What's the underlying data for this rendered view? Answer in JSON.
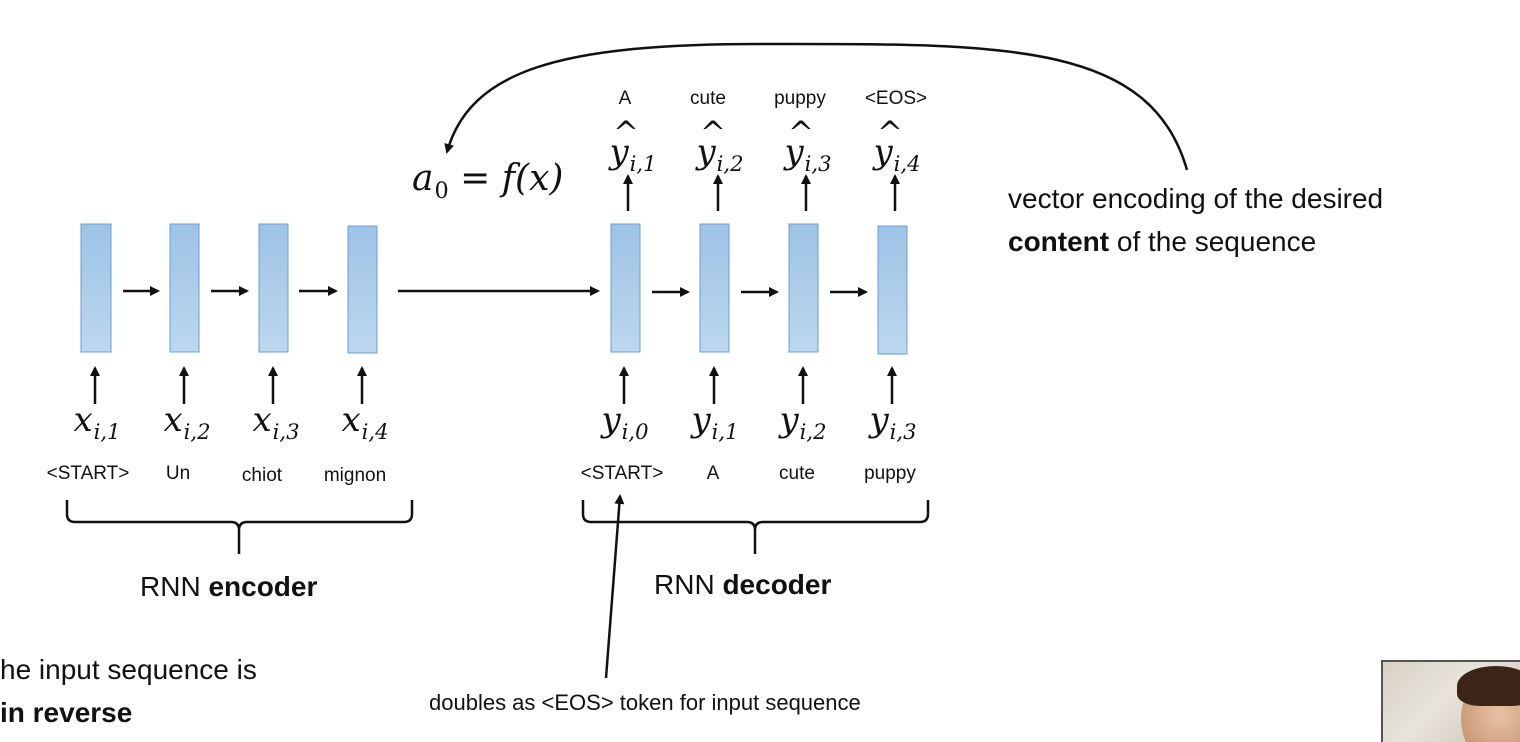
{
  "encoder": {
    "tokens": [
      "<START>",
      "Un",
      "chiot",
      "mignon"
    ],
    "inputs": [
      {
        "base": "x",
        "sub": "i,1"
      },
      {
        "base": "x",
        "sub": "i,2"
      },
      {
        "base": "x",
        "sub": "i,3"
      },
      {
        "base": "x",
        "sub": "i,4"
      }
    ],
    "label_plain": "RNN ",
    "label_bold": "encoder"
  },
  "decoder": {
    "input_tokens": [
      "<START>",
      "A",
      "cute",
      "puppy"
    ],
    "inputs": [
      {
        "base": "y",
        "sub": "i,0"
      },
      {
        "base": "y",
        "sub": "i,1"
      },
      {
        "base": "y",
        "sub": "i,2"
      },
      {
        "base": "y",
        "sub": "i,3"
      }
    ],
    "outputs": [
      {
        "base": "y",
        "sub": "i,1"
      },
      {
        "base": "y",
        "sub": "i,2"
      },
      {
        "base": "y",
        "sub": "i,3"
      },
      {
        "base": "y",
        "sub": "i,4"
      }
    ],
    "output_tokens": [
      "A",
      "cute",
      "puppy",
      "<EOS>"
    ],
    "label_plain": "RNN ",
    "label_bold": "decoder"
  },
  "initial_state": {
    "lhs": "a",
    "lhs_sub": "0",
    "rhs": "= f(x)"
  },
  "annotation": {
    "line1": "vector encoding of the desired",
    "line2_bold": "content",
    "line2_rest": " of the sequence"
  },
  "start_note": "doubles as <EOS> token for input sequence",
  "left_note": {
    "line1": "he input sequence is",
    "line2_bold": "in reverse"
  },
  "colors": {
    "cell_top": "#9dc3e6",
    "cell_bottom": "#bdd7ee",
    "cell_border": "#6e9ed0",
    "ink": "#111111"
  }
}
